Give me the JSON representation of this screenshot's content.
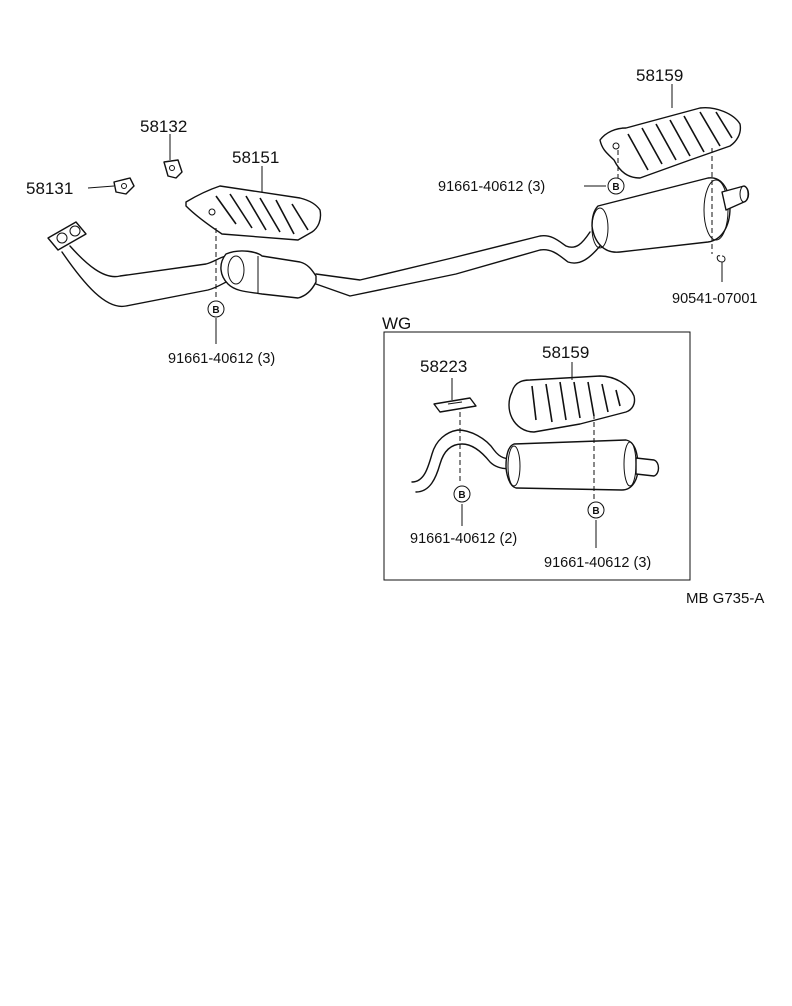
{
  "parts": {
    "heat_insulator_front": "58151",
    "heat_insulator_rear": "58159",
    "clamp_upper": "58132",
    "clamp_lower": "58131",
    "bracket_wg": "58223",
    "heat_insulator_rear_wg": "58159"
  },
  "fasteners": {
    "front_bolts": "91661-40612 (3)",
    "rear_bolts": "91661-40612 (3)",
    "tail_clip": "90541-07001",
    "wg_bolts_left": "91661-40612 (2)",
    "wg_bolts_right": "91661-40612 (3)"
  },
  "badge_letter": "B",
  "inset": {
    "title": "WG"
  },
  "ref_code": "MB  G735-A"
}
